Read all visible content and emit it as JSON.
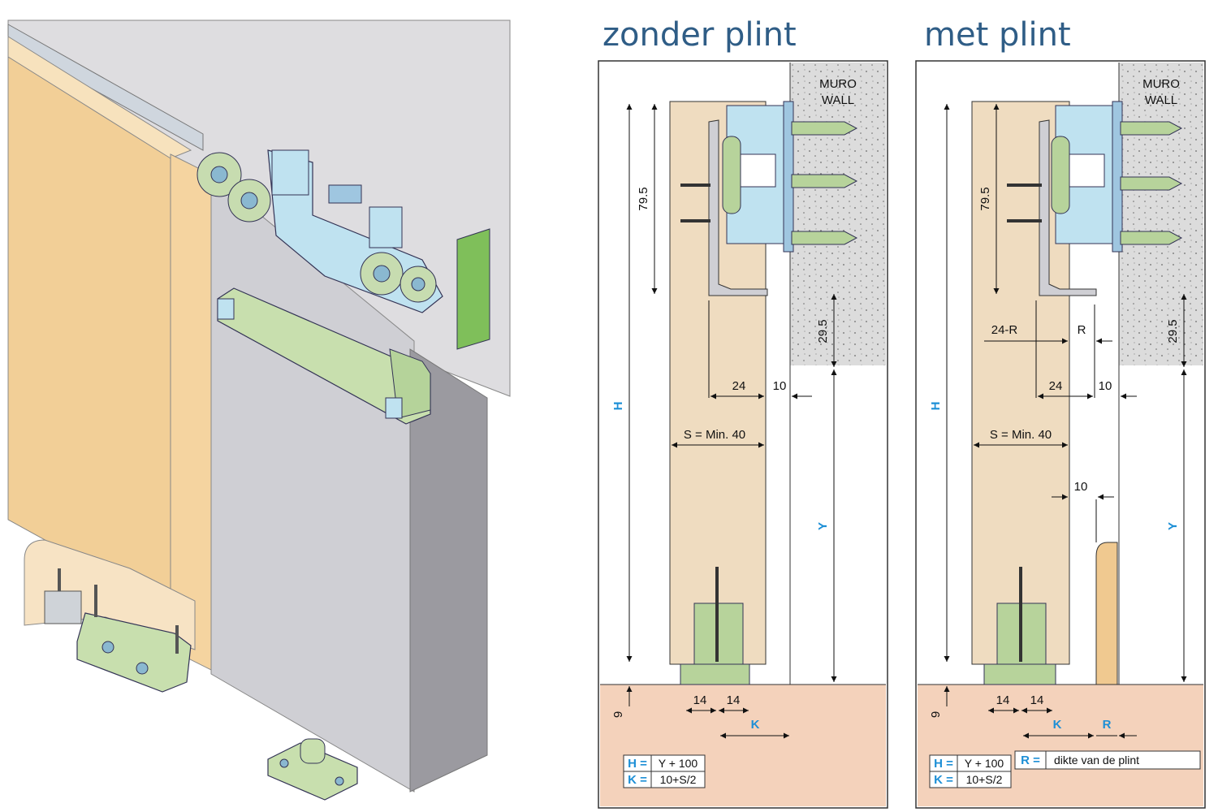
{
  "panels": [
    {
      "id": "zonder",
      "title": "zonder plint",
      "wall_label_1": "MURO",
      "wall_label_2": "WALL",
      "dims": {
        "d795": "79.5",
        "d295": "29.5",
        "h": "H",
        "y": "Y",
        "d24": "24",
        "d10a": "10",
        "smin": "S = Min. 40",
        "d9": "9",
        "d14a": "14",
        "d14b": "14",
        "k": "K"
      },
      "table": [
        {
          "key": "H =",
          "value": "Y + 100"
        },
        {
          "key": "K =",
          "value": "10+S/2"
        }
      ]
    },
    {
      "id": "met",
      "title": "met plint",
      "wall_label_1": "MURO",
      "wall_label_2": "WALL",
      "dims": {
        "d795": "79.5",
        "d295": "29.5",
        "h": "H",
        "y": "Y",
        "d24r": "24-R",
        "r_top": "R",
        "d24": "24",
        "d10a": "10",
        "smin": "S = Min. 40",
        "d10b": "10",
        "d9": "9",
        "d14a": "14",
        "d14b": "14",
        "k": "K",
        "r_bottom": "R"
      },
      "table": [
        {
          "key": "H =",
          "value": "Y + 100"
        },
        {
          "key": "K =",
          "value": "10+S/2"
        }
      ],
      "legend": {
        "key": "R =",
        "value": "dikte van de plint"
      }
    }
  ],
  "colors": {
    "door": "#efdcc0",
    "floor": "#f4d2bb",
    "wall": "#dcdcdc",
    "hardware_green": "#b7d39b",
    "hardware_blue": "#bfe2f0",
    "title": "#2f5d86",
    "dim_blue": "#1d8fd6"
  }
}
